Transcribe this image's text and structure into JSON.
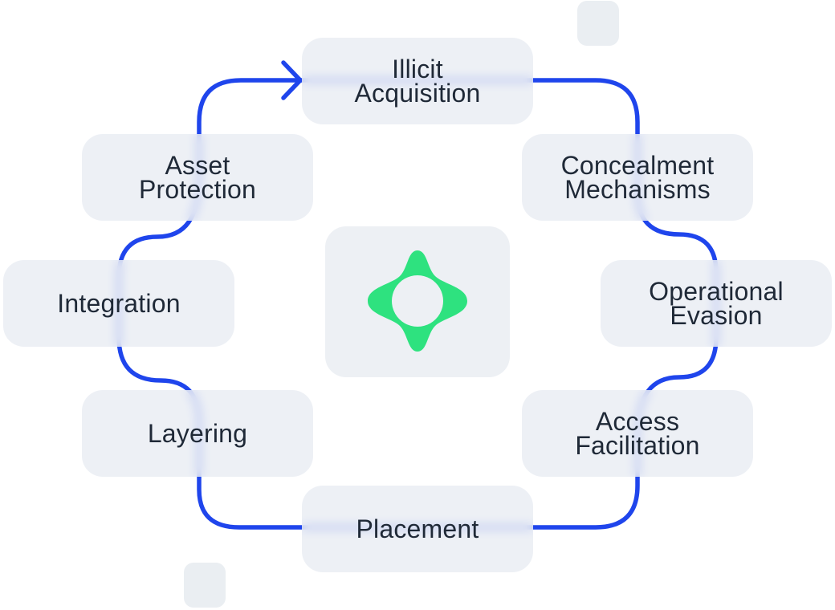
{
  "diagram": {
    "nodes": [
      {
        "id": "illicit-acquisition",
        "label": "Illicit\nAcquisition"
      },
      {
        "id": "concealment-mechanisms",
        "label": "Concealment\nMechanisms"
      },
      {
        "id": "operational-evasion",
        "label": "Operational\nEvasion"
      },
      {
        "id": "access-facilitation",
        "label": "Access\nFacilitation"
      },
      {
        "id": "placement",
        "label": "Placement"
      },
      {
        "id": "layering",
        "label": "Layering"
      },
      {
        "id": "integration",
        "label": "Integration"
      },
      {
        "id": "asset-protection",
        "label": "Asset\nProtection"
      }
    ],
    "cycle_direction": "clockwise",
    "colors": {
      "connector": "#1f45ec",
      "node_background": "#e8ecf2",
      "logo": "#2ee27f",
      "text": "#1f2937"
    },
    "center_icon": "four-point-star-ring-logo"
  }
}
